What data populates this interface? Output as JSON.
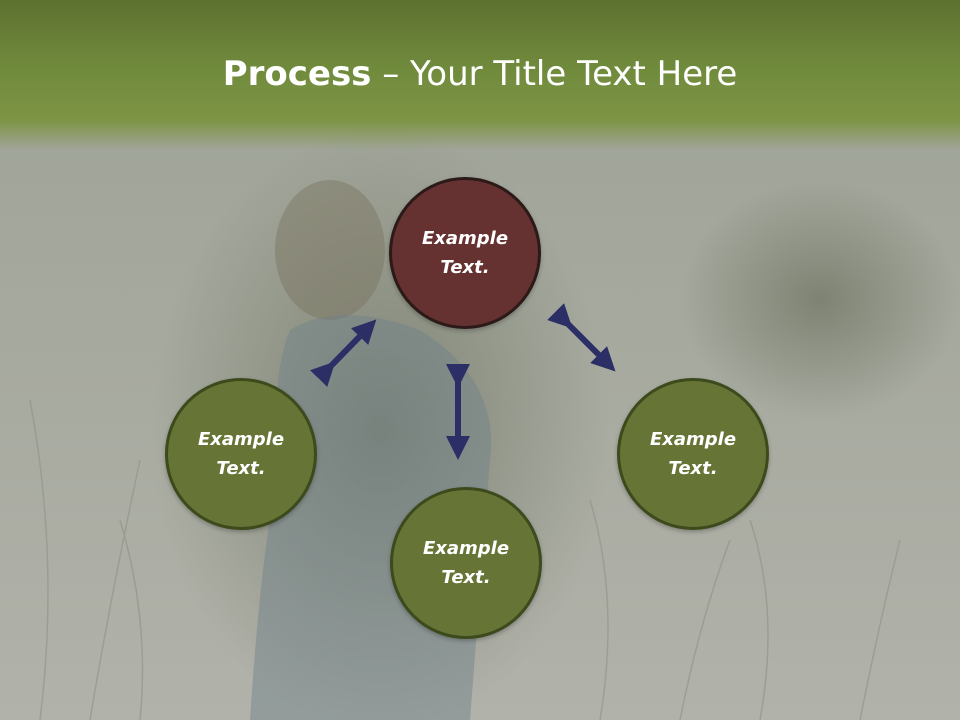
{
  "title": {
    "bold": "Process",
    "rest": " – Your Title Text Here"
  },
  "nodes": [
    {
      "line1": "Example",
      "line2": "Text."
    },
    {
      "line1": "Example",
      "line2": "Text."
    },
    {
      "line1": "Example",
      "line2": "Text."
    },
    {
      "line1": "Example",
      "line2": "Text."
    }
  ],
  "colors": {
    "header": "#6d8639",
    "top_node": "#663131",
    "node": "#667536",
    "arrow": "#2c2f66"
  }
}
